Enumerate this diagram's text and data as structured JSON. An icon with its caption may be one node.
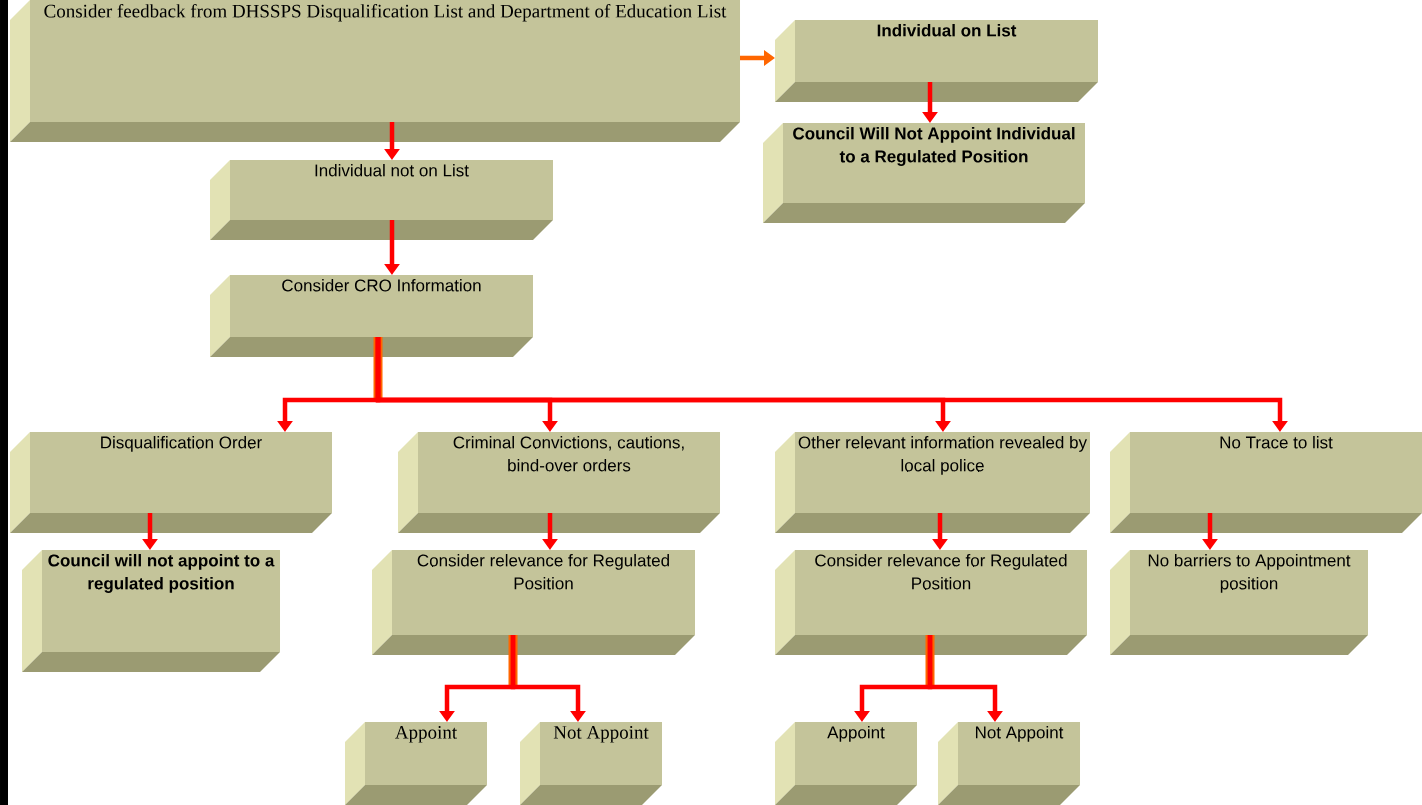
{
  "diagram": {
    "nodes": [
      {
        "text": [
          "Consider feedback from DHSSPS Disqualification List and Department of Education List"
        ]
      },
      {
        "text": [
          "Individual on List"
        ]
      },
      {
        "text": [
          "Council Will Not Appoint Individual to a Regulated Position"
        ]
      },
      {
        "text": [
          "Individual not on List"
        ]
      },
      {
        "text": [
          "Consider CRO Information"
        ]
      },
      {
        "text": [
          "Disqualification Order"
        ]
      },
      {
        "text": [
          "Council will not appoint to a regulated position"
        ]
      },
      {
        "text": [
          "Criminal Convictions, cautions, bind-over orders"
        ]
      },
      {
        "text": [
          "Consider relevance for Regulated Position"
        ]
      },
      {
        "text": [
          "Appoint"
        ]
      },
      {
        "text": [
          "Not Appoint"
        ]
      },
      {
        "text": [
          "Other relevant information revealed by local police"
        ]
      },
      {
        "text": [
          "Consider relevance for Regulated Position"
        ]
      },
      {
        "text": [
          "Appoint"
        ]
      },
      {
        "text": [
          "Not Appoint"
        ]
      },
      {
        "text": [
          "No Trace to list"
        ]
      },
      {
        "text": [
          "No barriers to Appointment position"
        ]
      }
    ],
    "edges": [
      {
        "from": 0,
        "to": 1,
        "arrow": "to",
        "color": "#ff6600"
      },
      {
        "from": 0,
        "to": 3,
        "arrow": "to"
      },
      {
        "from": 1,
        "to": 2,
        "arrow": "to"
      },
      {
        "from": 3,
        "to": 4,
        "arrow": "to"
      },
      {
        "from": 4,
        "to": 5,
        "arrow": "to"
      },
      {
        "from": 4,
        "to": 7,
        "arrow": "to"
      },
      {
        "from": 4,
        "to": 11,
        "arrow": "to"
      },
      {
        "from": 4,
        "to": 15,
        "arrow": "to"
      },
      {
        "from": 5,
        "to": 6,
        "arrow": "to"
      },
      {
        "from": 7,
        "to": 8,
        "arrow": "to"
      },
      {
        "from": 8,
        "to": 9,
        "arrow": "to"
      },
      {
        "from": 8,
        "to": 10,
        "arrow": "to"
      },
      {
        "from": 11,
        "to": 12,
        "arrow": "to"
      },
      {
        "from": 12,
        "to": 13,
        "arrow": "to"
      },
      {
        "from": 12,
        "to": 14,
        "arrow": "to"
      },
      {
        "from": 15,
        "to": 16,
        "arrow": "to"
      }
    ]
  }
}
